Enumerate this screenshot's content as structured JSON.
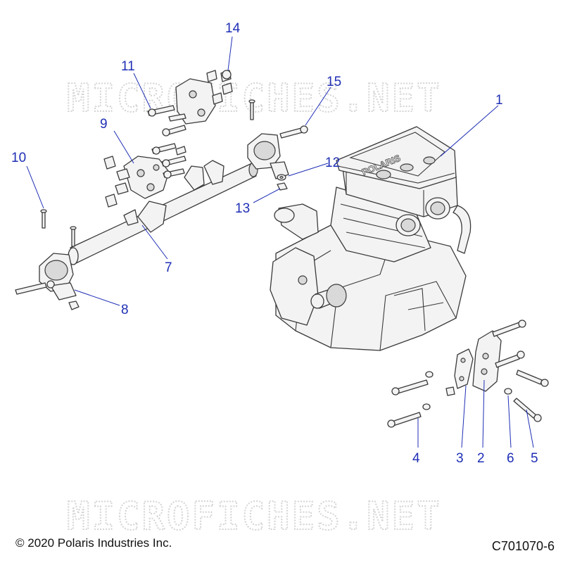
{
  "watermark": "MICROFICHES.NET",
  "logo_text": "POLARIS",
  "copyright": "© 2020 Polaris Industries Inc.",
  "drawing_id": "C701070-6",
  "callouts": [
    "1",
    "2",
    "3",
    "4",
    "5",
    "6",
    "7",
    "8",
    "9",
    "10",
    "11",
    "12",
    "13",
    "14",
    "15"
  ]
}
